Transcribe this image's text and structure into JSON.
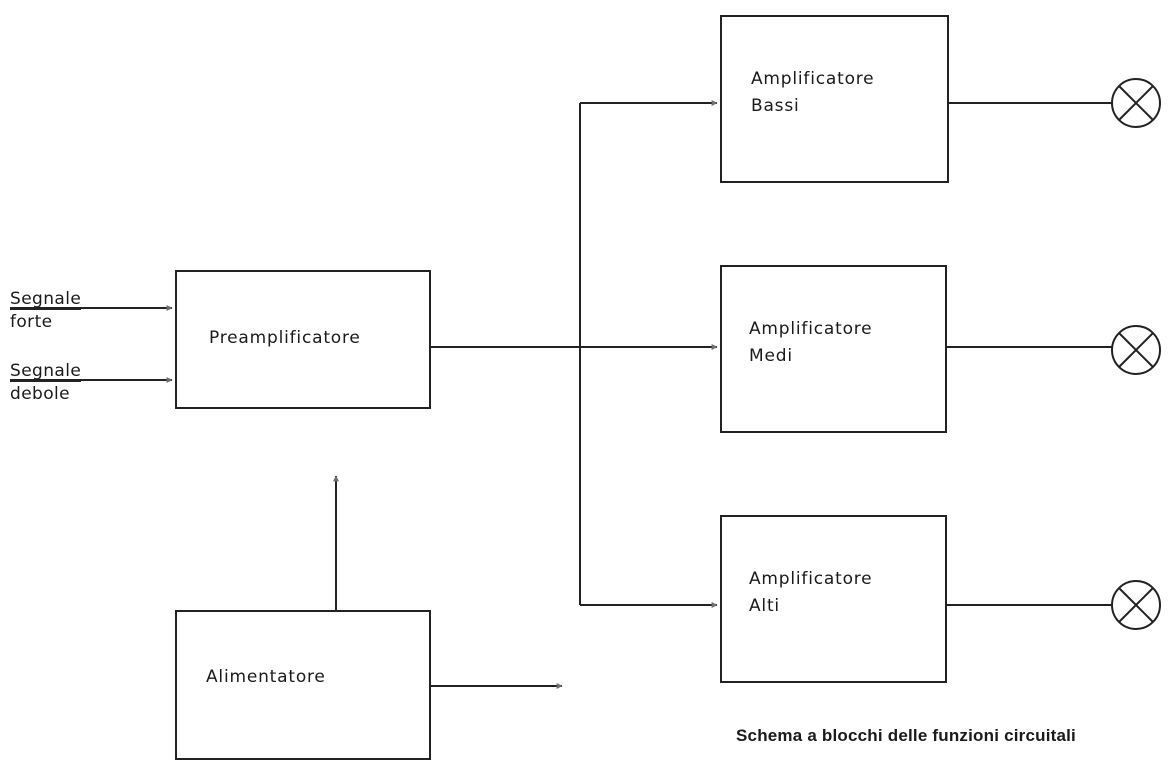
{
  "inputs": {
    "strong": {
      "line1": "Segnale",
      "line2": "forte"
    },
    "weak": {
      "line1": "Segnale",
      "line2": "debole"
    }
  },
  "blocks": {
    "preamp": "Preamplificatore",
    "power": "Alimentatore",
    "amp_bass": {
      "line1": "Amplificatore",
      "line2": "Bassi"
    },
    "amp_mid": {
      "line1": "Amplificatore",
      "line2": "Medi"
    },
    "amp_high": {
      "line1": "Amplificatore",
      "line2": "Alti"
    }
  },
  "caption": "Schema a blocchi delle funzioni circuitali",
  "colors": {
    "line": "#222222",
    "arrow": "#6e6e6e"
  },
  "icons": [
    "speaker-output-icon"
  ]
}
